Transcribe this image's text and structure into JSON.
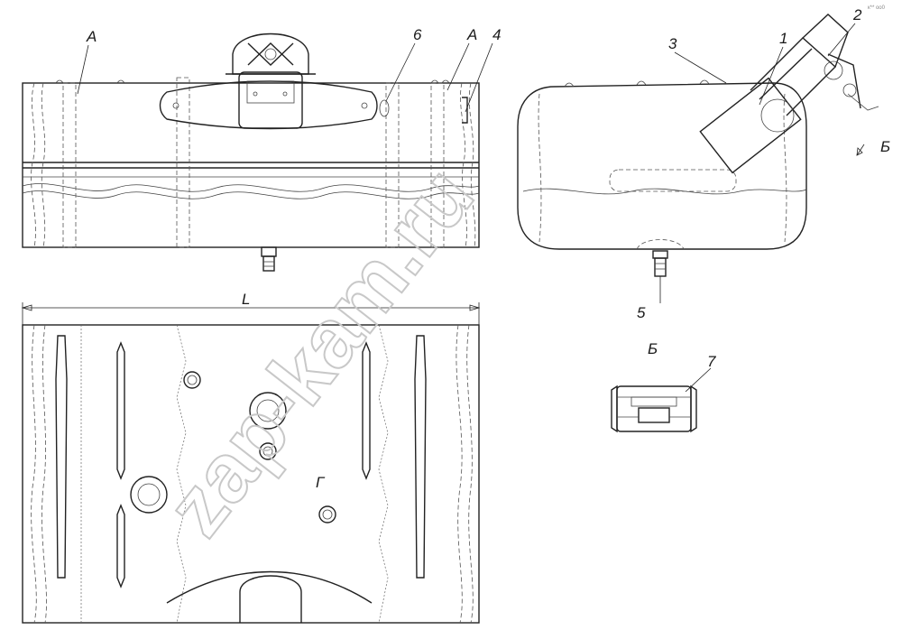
{
  "labels": {
    "a1": "А",
    "a2": "А",
    "l1": "1",
    "l2": "2",
    "l3": "3",
    "l4": "4",
    "l5": "5",
    "l6": "6",
    "l7": "7",
    "b_arrow": "Б",
    "b_view": "Б",
    "dim_L": "L",
    "g": "Г",
    "corner": "к** оо0"
  },
  "watermark": "zap-kam.ru"
}
